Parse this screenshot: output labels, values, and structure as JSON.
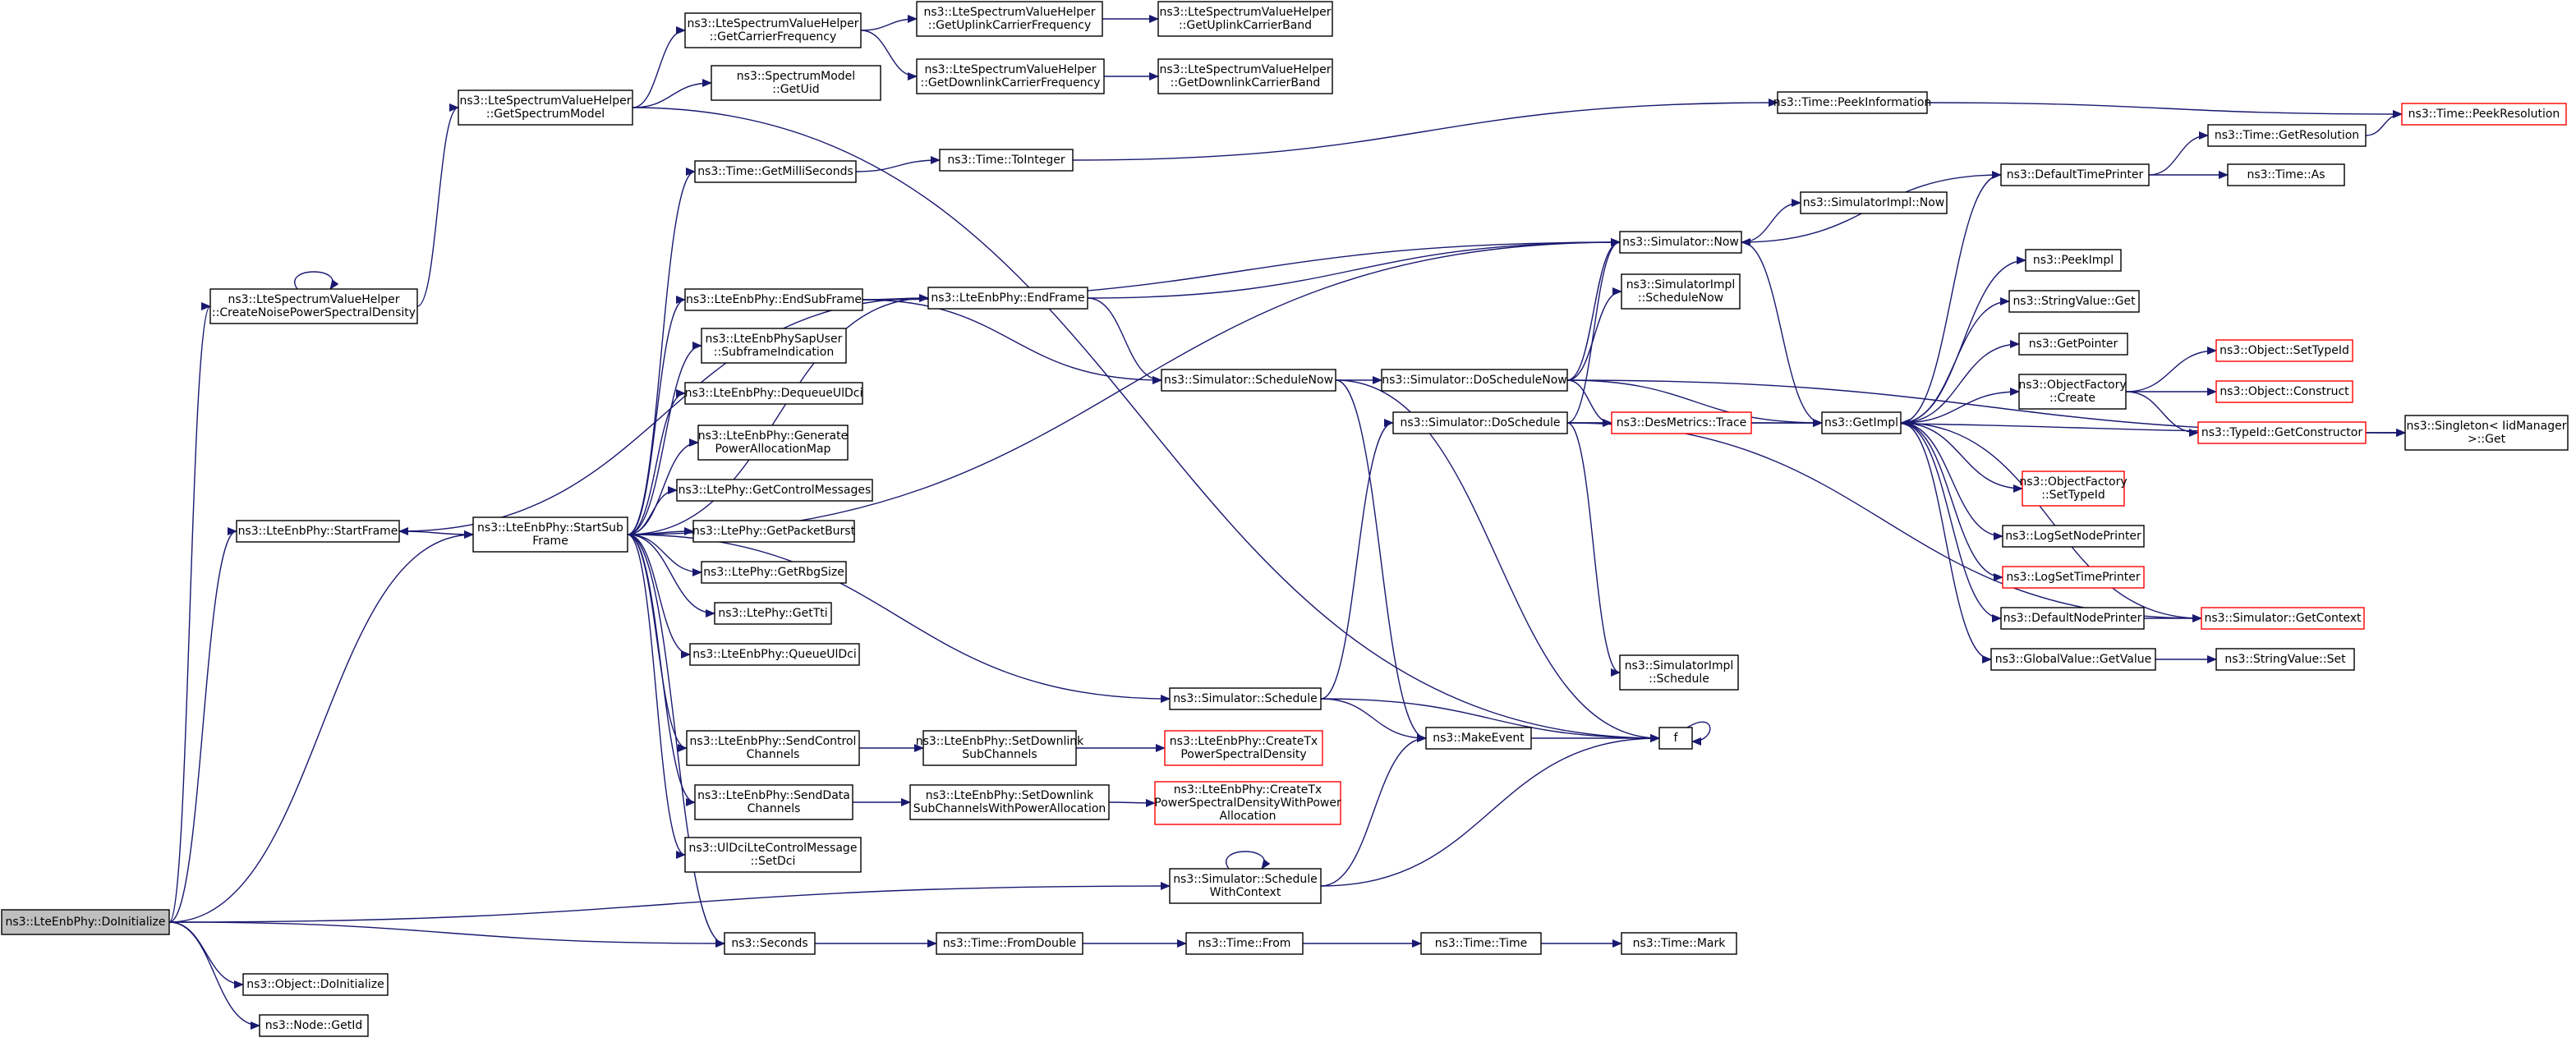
{
  "nodes": [
    {
      "id": "doinit",
      "lines": [
        "ns3::LteEnbPhy::DoInitialize"
      ],
      "root": true
    },
    {
      "id": "cnpsd",
      "lines": [
        "ns3::LteSpectrumValueHelper",
        "::CreateNoisePowerSpectralDensity"
      ]
    },
    {
      "id": "getspm",
      "lines": [
        "ns3::LteSpectrumValueHelper",
        "::GetSpectrumModel"
      ]
    },
    {
      "id": "getcarrier",
      "lines": [
        "ns3::LteSpectrumValueHelper",
        "::GetCarrierFrequency"
      ]
    },
    {
      "id": "spmuid",
      "lines": [
        "ns3::SpectrumModel",
        "::GetUid"
      ]
    },
    {
      "id": "ulcarrier",
      "lines": [
        "ns3::LteSpectrumValueHelper",
        "::GetUplinkCarrierFrequency"
      ]
    },
    {
      "id": "dlcarrier",
      "lines": [
        "ns3::LteSpectrumValueHelper",
        "::GetDownlinkCarrierFrequency"
      ]
    },
    {
      "id": "ulband",
      "lines": [
        "ns3::LteSpectrumValueHelper",
        "::GetUplinkCarrierBand"
      ]
    },
    {
      "id": "dlband",
      "lines": [
        "ns3::LteSpectrumValueHelper",
        "::GetDownlinkCarrierBand"
      ]
    },
    {
      "id": "startframe",
      "lines": [
        "ns3::LteEnbPhy::StartFrame"
      ]
    },
    {
      "id": "startsub",
      "lines": [
        "ns3::LteEnbPhy::StartSub",
        "Frame"
      ]
    },
    {
      "id": "objinit",
      "lines": [
        "ns3::Object::DoInitialize"
      ]
    },
    {
      "id": "nodeid",
      "lines": [
        "ns3::Node::GetId"
      ]
    },
    {
      "id": "getms",
      "lines": [
        "ns3::Time::GetMilliSeconds"
      ]
    },
    {
      "id": "endsub",
      "lines": [
        "ns3::LteEnbPhy::EndSubFrame"
      ]
    },
    {
      "id": "sapuser",
      "lines": [
        "ns3::LteEnbPhySapUser",
        "::SubframeIndication"
      ]
    },
    {
      "id": "dequeue",
      "lines": [
        "ns3::LteEnbPhy::DequeueUlDci"
      ]
    },
    {
      "id": "genpower",
      "lines": [
        "ns3::LteEnbPhy::Generate",
        "PowerAllocationMap"
      ]
    },
    {
      "id": "getctrl",
      "lines": [
        "ns3::LtePhy::GetControlMessages"
      ]
    },
    {
      "id": "getpkt",
      "lines": [
        "ns3::LtePhy::GetPacketBurst"
      ]
    },
    {
      "id": "getrbg",
      "lines": [
        "ns3::LtePhy::GetRbgSize"
      ]
    },
    {
      "id": "gettti",
      "lines": [
        "ns3::LtePhy::GetTti"
      ]
    },
    {
      "id": "queueul",
      "lines": [
        "ns3::LteEnbPhy::QueueUlDci"
      ]
    },
    {
      "id": "sendctrl",
      "lines": [
        "ns3::LteEnbPhy::SendControl",
        "Channels"
      ]
    },
    {
      "id": "senddata",
      "lines": [
        "ns3::LteEnbPhy::SendData",
        "Channels"
      ]
    },
    {
      "id": "setdci",
      "lines": [
        "ns3::UlDciLteControlMessage",
        "::SetDci"
      ]
    },
    {
      "id": "seconds",
      "lines": [
        "ns3::Seconds"
      ]
    },
    {
      "id": "toint",
      "lines": [
        "ns3::Time::ToInteger"
      ]
    },
    {
      "id": "endframe",
      "lines": [
        "ns3::LteEnbPhy::EndFrame"
      ]
    },
    {
      "id": "schednow",
      "lines": [
        "ns3::Simulator::ScheduleNow"
      ]
    },
    {
      "id": "sched",
      "lines": [
        "ns3::Simulator::Schedule"
      ]
    },
    {
      "id": "setdlsub",
      "lines": [
        "ns3::LteEnbPhy::SetDownlink",
        "SubChannels"
      ]
    },
    {
      "id": "setdlpa",
      "lines": [
        "ns3::LteEnbPhy::SetDownlink",
        "SubChannelsWithPowerAllocation"
      ]
    },
    {
      "id": "schedctx",
      "lines": [
        "ns3::Simulator::Schedule",
        "WithContext"
      ]
    },
    {
      "id": "fromdouble",
      "lines": [
        "ns3::Time::FromDouble"
      ]
    },
    {
      "id": "createtx",
      "lines": [
        "ns3::LteEnbPhy::CreateTx",
        "PowerSpectralDensity"
      ],
      "red": true
    },
    {
      "id": "createtxpa",
      "lines": [
        "ns3::LteEnbPhy::CreateTx",
        "PowerSpectralDensityWithPower",
        "Allocation"
      ],
      "red": true
    },
    {
      "id": "timefrom",
      "lines": [
        "ns3::Time::From"
      ]
    },
    {
      "id": "makeevent",
      "lines": [
        "ns3::MakeEvent"
      ]
    },
    {
      "id": "dosched",
      "lines": [
        "ns3::Simulator::DoSchedule"
      ]
    },
    {
      "id": "doschednow",
      "lines": [
        "ns3::Simulator::DoScheduleNow"
      ]
    },
    {
      "id": "timetime",
      "lines": [
        "ns3::Time::Time"
      ]
    },
    {
      "id": "simnow",
      "lines": [
        "ns3::Simulator::Now"
      ]
    },
    {
      "id": "implschednow",
      "lines": [
        "ns3::SimulatorImpl",
        "::ScheduleNow"
      ]
    },
    {
      "id": "implsched",
      "lines": [
        "ns3::SimulatorImpl",
        "::Schedule"
      ]
    },
    {
      "id": "peekinfo",
      "lines": [
        "ns3::Time::PeekInformation"
      ]
    },
    {
      "id": "f",
      "lines": [
        "f"
      ]
    },
    {
      "id": "implnow",
      "lines": [
        "ns3::SimulatorImpl::Now"
      ]
    },
    {
      "id": "destrace",
      "lines": [
        "ns3::DesMetrics::Trace"
      ],
      "red": true
    },
    {
      "id": "timemark",
      "lines": [
        "ns3::Time::Mark"
      ]
    },
    {
      "id": "getimpl",
      "lines": [
        "ns3::GetImpl"
      ]
    },
    {
      "id": "deftp",
      "lines": [
        "ns3::DefaultTimePrinter"
      ]
    },
    {
      "id": "peekimpl",
      "lines": [
        "ns3::PeekImpl"
      ]
    },
    {
      "id": "strget",
      "lines": [
        "ns3::StringValue::Get"
      ]
    },
    {
      "id": "getptr",
      "lines": [
        "ns3::GetPointer"
      ]
    },
    {
      "id": "ofcreate",
      "lines": [
        "ns3::ObjectFactory",
        "::Create"
      ]
    },
    {
      "id": "ofsettype",
      "lines": [
        "ns3::ObjectFactory",
        "::SetTypeId"
      ],
      "red": true
    },
    {
      "id": "lognp",
      "lines": [
        "ns3::LogSetNodePrinter"
      ]
    },
    {
      "id": "logtp",
      "lines": [
        "ns3::LogSetTimePrinter"
      ],
      "red": true
    },
    {
      "id": "defnp",
      "lines": [
        "ns3::DefaultNodePrinter"
      ]
    },
    {
      "id": "gvget",
      "lines": [
        "ns3::GlobalValue::GetValue"
      ]
    },
    {
      "id": "getres",
      "lines": [
        "ns3::Time::GetResolution"
      ]
    },
    {
      "id": "timeas",
      "lines": [
        "ns3::Time::As"
      ]
    },
    {
      "id": "objsettype",
      "lines": [
        "ns3::Object::SetTypeId"
      ],
      "red": true
    },
    {
      "id": "objconstruct",
      "lines": [
        "ns3::Object::Construct"
      ],
      "red": true
    },
    {
      "id": "tidctor",
      "lines": [
        "ns3::TypeId::GetConstructor"
      ],
      "red": true
    },
    {
      "id": "getctx",
      "lines": [
        "ns3::Simulator::GetContext"
      ],
      "red": true
    },
    {
      "id": "strset",
      "lines": [
        "ns3::StringValue::Set"
      ]
    },
    {
      "id": "peekres",
      "lines": [
        "ns3::Time::PeekResolution"
      ],
      "red": true
    },
    {
      "id": "singleton",
      "lines": [
        "ns3::Singleton< IidManager",
        ">::Get"
      ]
    }
  ]
}
